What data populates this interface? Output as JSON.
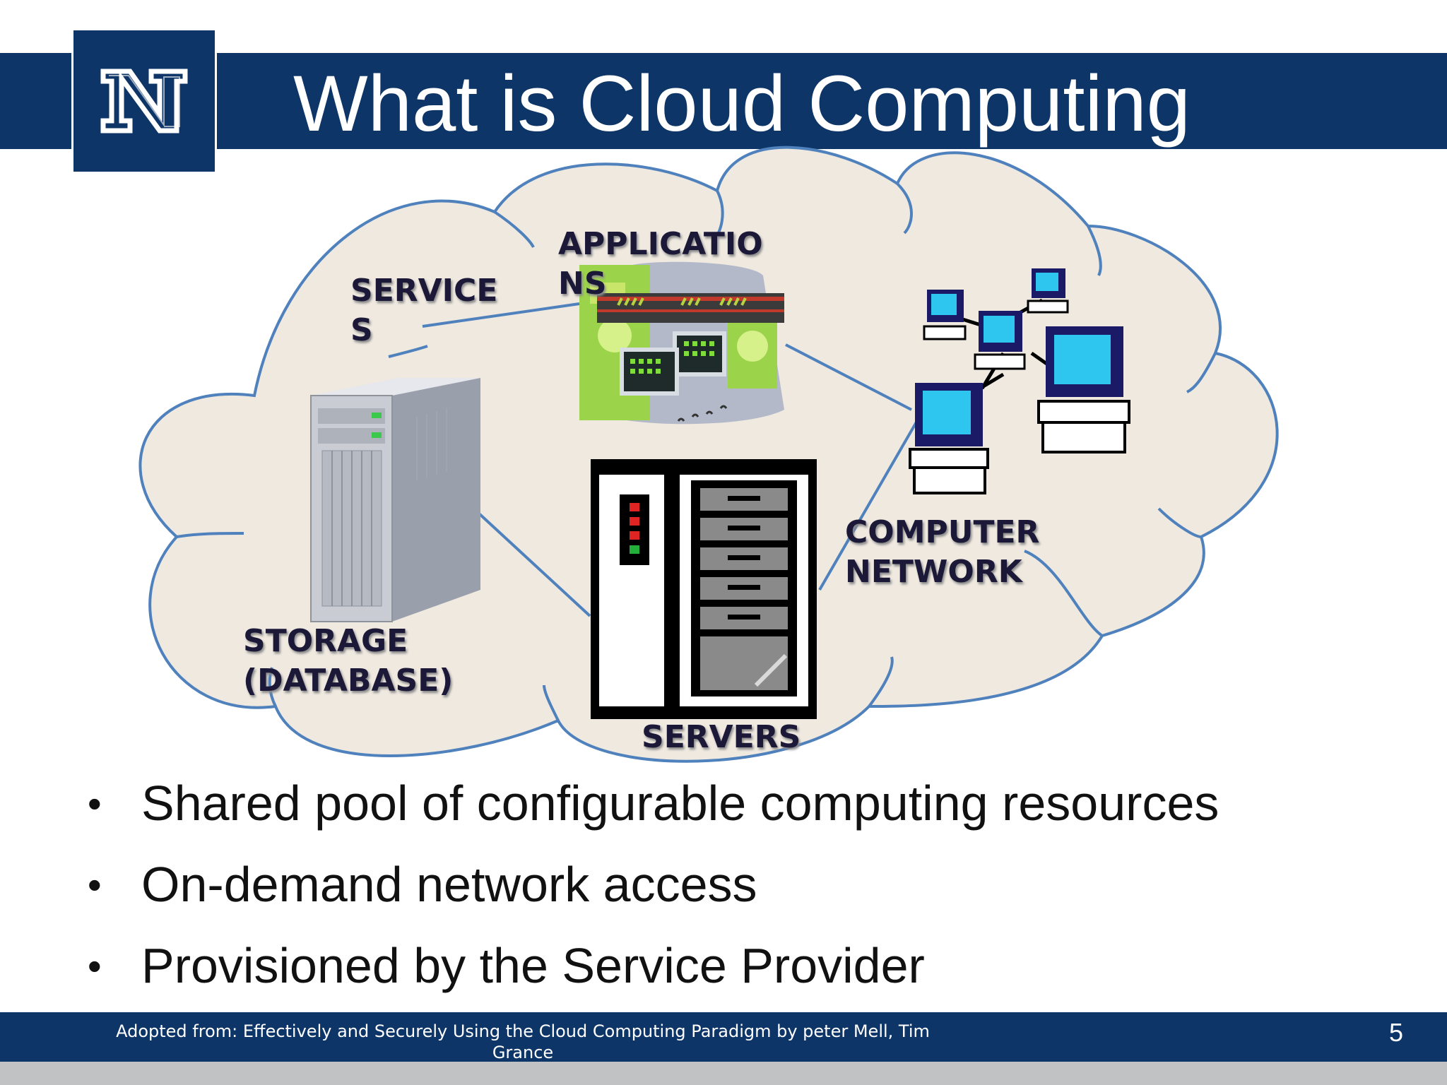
{
  "slide": {
    "title": "What is Cloud Computing",
    "logo_letter": "N",
    "diagram_labels": {
      "services": "SERVICE\nS",
      "applications": "APPLICATIO\nNS",
      "storage": "STORAGE\n(DATABASE)",
      "servers": "SERVERS",
      "network": "COMPUTER\nNETWORK"
    },
    "bullets": [
      "Shared pool of configurable computing resources",
      "On-demand network access",
      "Provisioned by the Service Provider"
    ],
    "footer": {
      "citation": "Adopted from: Effectively and Securely Using the Cloud Computing Paradigm by peter Mell, Tim Grance",
      "slide_number": "5"
    }
  },
  "colors": {
    "brand_navy": "#0e3567",
    "cloud_fill": "#efe9e0",
    "cloud_outline": "#4f81bd"
  },
  "icons": [
    "university-n-logo",
    "cloud-shape",
    "storage-server-icon",
    "applications-icon",
    "server-rack-icon",
    "computer-network-icon"
  ]
}
